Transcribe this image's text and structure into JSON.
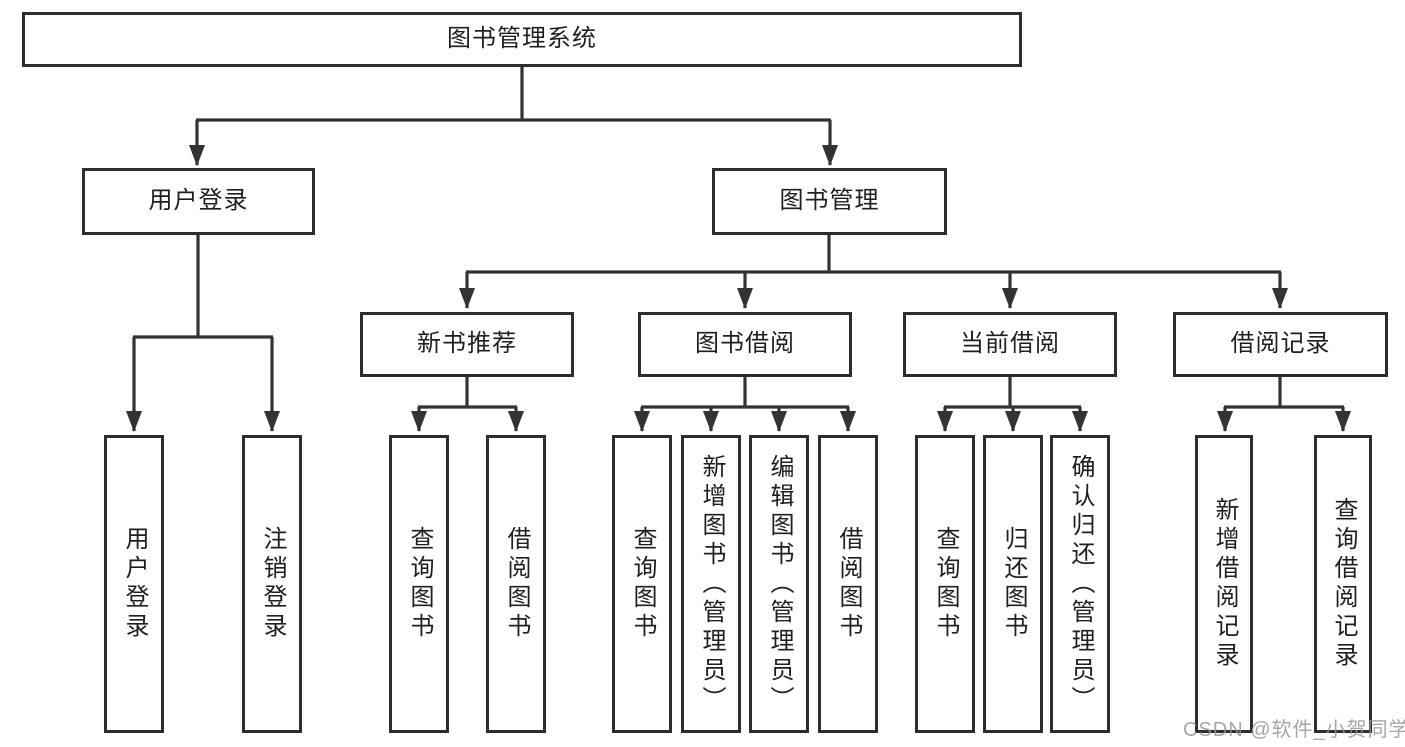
{
  "diagram": {
    "root": {
      "label": "图书管理系统"
    },
    "user_login": {
      "label": "用户登录",
      "children": [
        {
          "label": "用户登录"
        },
        {
          "label": "注销登录"
        }
      ]
    },
    "book_management": {
      "label": "图书管理",
      "children": [
        {
          "label": "新书推荐",
          "children": [
            {
              "label": "查询图书"
            },
            {
              "label": "借阅图书"
            }
          ]
        },
        {
          "label": "图书借阅",
          "children": [
            {
              "label": "查询图书"
            },
            {
              "label": "新增图书（管理员）"
            },
            {
              "label": "编辑图书（管理员）"
            },
            {
              "label": "借阅图书"
            }
          ]
        },
        {
          "label": "当前借阅",
          "children": [
            {
              "label": "查询图书"
            },
            {
              "label": "归还图书"
            },
            {
              "label": "确认归还（管理员）"
            }
          ]
        },
        {
          "label": "借阅记录",
          "children": [
            {
              "label": "新增借阅记录"
            },
            {
              "label": "查询借阅记录"
            }
          ]
        }
      ]
    }
  },
  "watermark": {
    "text": "CSDN @软件_小贺同学"
  },
  "colors": {
    "line": "#333333",
    "box_border": "#2d2d2d",
    "text": "#1f1f1f",
    "background": "#ffffff",
    "watermark": "#969696"
  }
}
